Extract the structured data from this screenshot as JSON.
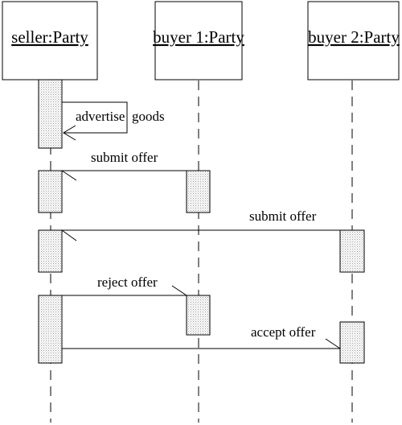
{
  "participants": [
    {
      "name": "seller:Party"
    },
    {
      "name": "buyer 1:Party"
    },
    {
      "name": "buyer 2:Party"
    }
  ],
  "messages": [
    {
      "label_a": "advertise",
      "label_b": "goods"
    },
    {
      "label": "submit offer"
    },
    {
      "label": "submit offer"
    },
    {
      "label": "reject offer"
    },
    {
      "label": "accept offer"
    }
  ]
}
